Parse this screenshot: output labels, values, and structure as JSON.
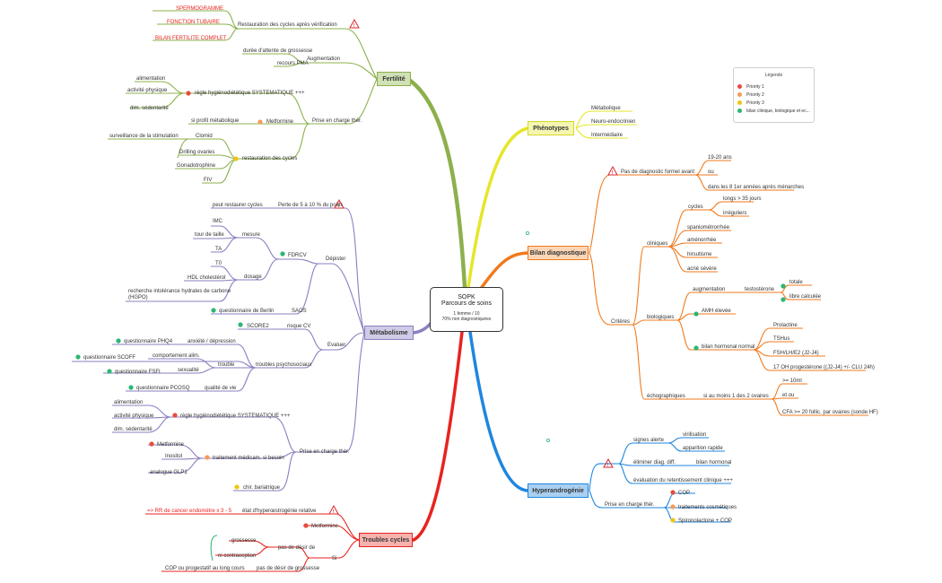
{
  "center": {
    "title": "SOPK",
    "subtitle": "Parcours de soins",
    "line1": "1 femme / 10",
    "line2": "70% non diagnostiquées"
  },
  "legend": {
    "title": "Légende",
    "items": [
      {
        "label": "Priority 1",
        "color": "#e74c3c"
      },
      {
        "label": "Priority 2",
        "color": "#f39c5a"
      },
      {
        "label": "Priority 3",
        "color": "#f1c40f"
      },
      {
        "label": "bilan clinique, biologique et ec...",
        "color": "#2bb673"
      }
    ]
  },
  "branches": {
    "fertilite": "Fertilité",
    "phenotypes": "Phénotypes",
    "bilan": "Bilan diagnostique",
    "metabolisme": "Métabolisme",
    "hyperandrogenie": "Hyperandrogénie",
    "troubles": "Troubles cycles"
  },
  "colors": {
    "fertilite": "#8db04d",
    "phenotypes": "#e6e62a",
    "bilan": "#f07a1e",
    "metabolisme": "#8a7fc0",
    "hyperandrogenie": "#1f86e0",
    "troubles": "#e8231f",
    "red_text": "#e8231f",
    "warn": "#d9262c"
  },
  "labels": {
    "f_spermo": "SPERMOGRAMME",
    "f_tubaire": "FONCTION TUBAIRE",
    "f_bilan_fert": "BILAN FERTILITE COMPLET",
    "f_restauration_verif": "Restauration des cycles après vérification",
    "f_duree": "durée d'attente de grossesse",
    "f_recours": "recours PMA",
    "f_augmentation": "Augmentation",
    "f_alimentation": "alimentation",
    "f_activite": "activité physique",
    "f_sedentarite": "dim. sédentarité",
    "f_regle": "règle hygiénodiététique SYSTEMATIQUE +++",
    "f_prise": "Prise en charge thér.",
    "f_si_profil": "si profil métabolique",
    "f_metformine": "Metformine",
    "f_surveillance": "surveillance de la stimulation",
    "f_clomid": "Clomid",
    "f_drilling": "Drilling ovaries",
    "f_gonado": "Gonadotrophine",
    "f_restauration": "restauration des cycles",
    "f_fiv": "FIV",
    "p_metabolique": "Métabolique",
    "p_neuro": "Neuro-endocrinien",
    "p_intermediaire": "Intermédiaire",
    "b_pas_diag": "Pas de diagnostic formel avant",
    "b_1920": "19-20 ans",
    "b_ou": "ou",
    "b_8ans": "dans les 8 1er années après ménarches",
    "b_cycles": "cycles",
    "b_longs": "longs > 35 jours",
    "b_irreg": "irréguliers",
    "b_spanio": "spaniométrorrhée",
    "b_amen": "aménorrhée",
    "b_hirsu": "hirsutisme",
    "b_acne": "acné sévère",
    "b_cliniques": "cliniques",
    "b_criteres": "Critères",
    "b_augmentation": "augmentation",
    "b_testo": "testostérone",
    "b_totale": "totale",
    "b_libre": "libre calculée",
    "b_amh": "AMH élevée",
    "b_biologiques": "biologiques",
    "b_prolactine": "Prolactine",
    "b_tshus": "TSHus",
    "b_fsh": "FSH/LH/E2 (J2-J4)",
    "b_17oh": "17 OH progestérone ((J2-J4) +/- CLU 24h)",
    "b_bilan_horm": "bilan hormonal normal",
    "b_echo": "échographiques",
    "b_si_moins": "si au moins 1 des 2 ovaires",
    "b_10ml": ">= 10ml",
    "b_et_ou": "et ou",
    "b_cfa": "CFA >= 20 follic. par ovaires (sonde HF)",
    "h_virilisation": "virilisation",
    "h_apparition": "apparition rapide",
    "h_signes": "signes alerte",
    "h_eliminer": "éliminer diag. diff.",
    "h_bilan_horm": "bilan hormonal",
    "h_evaluation": "évaluation du retentissement clinique +++",
    "h_prise": "Prise en charge thér.",
    "h_cop": "COP",
    "h_cosm": "traitements cosmétiques",
    "h_spiro": "Spironolactone + COP",
    "m_peut": "peut restaurer cycles",
    "m_perte": "Perte de 5 à 10 % du poids",
    "m_imc": "IMC",
    "m_tour": "tour de taille",
    "m_ta": "TA",
    "m_mesure": "mesure",
    "m_t0": "T0",
    "m_hdl": "HDL cholestérol",
    "m_dosage": "dosage",
    "m_fdrcv": "FDRCV",
    "m_recherche1": "recherche intolérance hydrates de carbone",
    "m_recherche2": "(HGPO)",
    "m_depister": "Dépister",
    "m_berlin": "questionnaire de Berlin",
    "m_saos": "SAOS",
    "m_score2": "SCORE2",
    "m_risque": "risque CV",
    "m_evaluer": "Evaluer",
    "m_phq4": "questionnaire PHQ4",
    "m_anxiete": "anxiété / dépression",
    "m_comport": "comportement alim.",
    "m_scoff": "questionnaire SCOFF",
    "m_trouble": "trouble",
    "m_fsfi": "questionnaire FSFI",
    "m_sexualite": "sexualité",
    "m_troubles_psy": "troubles psychosociaux",
    "m_pcosq": "questionnaire PCOSQ",
    "m_qualite": "qualité de vie",
    "m_alimentation": "alimentation",
    "m_activite": "activité physique",
    "m_sedentarite": "dim. sédentarité",
    "m_regle": "règle hygiénodiététique SYSTEMATIQUE +++",
    "m_metformine": "Metformine",
    "m_inositol": "Inositol",
    "m_traitement": "traitement médicam. si besoin",
    "m_glp1": "analogue GLP1",
    "m_prise": "Prise en charge thér.",
    "m_chir": "chir. bariatrique",
    "t_rr": "=> RR de cancer endomètre x 3 - 5",
    "t_etat": "état d'hyperœstrogénie relative",
    "t_metformine": "Metformine",
    "t_grossesse": "grossesse",
    "t_ni": "ni contraception",
    "t_pas_desir": "pas de désir de",
    "t_si": "Si",
    "t_cop": "COP ou progestatif au long cours",
    "t_pas_desir_g": "pas de désir de grossesse"
  }
}
